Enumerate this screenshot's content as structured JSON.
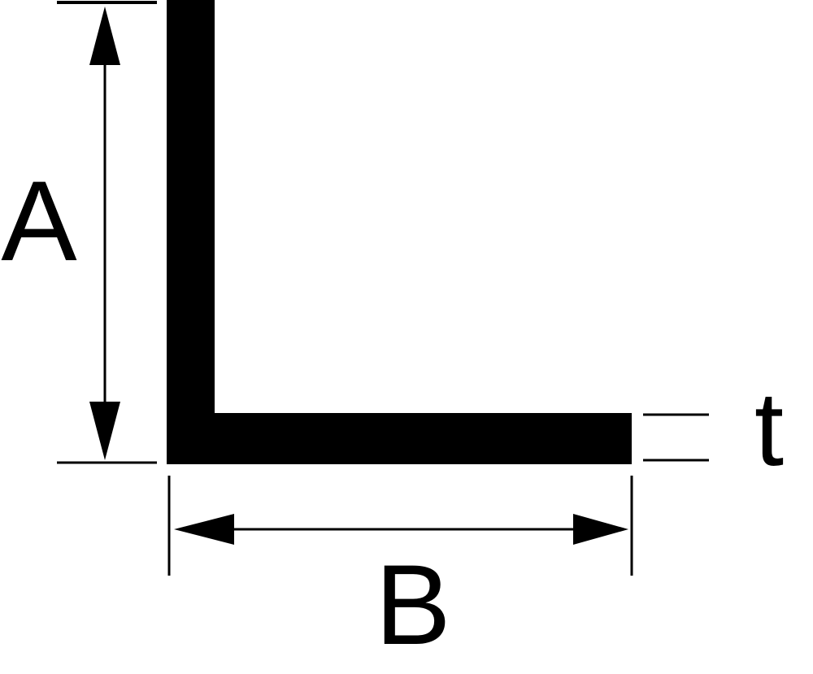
{
  "diagram": {
    "labels": {
      "height": "A",
      "width": "B",
      "thickness": "t"
    },
    "colors": {
      "profile": "#000000",
      "lines": "#000000",
      "background": "#ffffff"
    }
  }
}
